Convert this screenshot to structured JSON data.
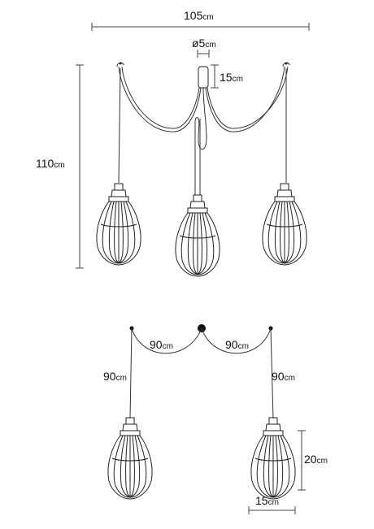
{
  "dimensions": {
    "total_width": {
      "value": "105",
      "unit": "cm"
    },
    "canopy_diameter": {
      "value": "ø5",
      "unit": "cm"
    },
    "canopy_height": {
      "value": "15",
      "unit": "cm"
    },
    "total_height": {
      "value": "110",
      "unit": "cm"
    },
    "cable_span_left": {
      "value": "90",
      "unit": "cm"
    },
    "cable_span_right": {
      "value": "90",
      "unit": "cm"
    },
    "drop_left": {
      "value": "90",
      "unit": "cm"
    },
    "drop_right": {
      "value": "90",
      "unit": "cm"
    },
    "shade_height": {
      "value": "20",
      "unit": "cm"
    },
    "shade_width": {
      "value": "15",
      "unit": "cm"
    }
  }
}
